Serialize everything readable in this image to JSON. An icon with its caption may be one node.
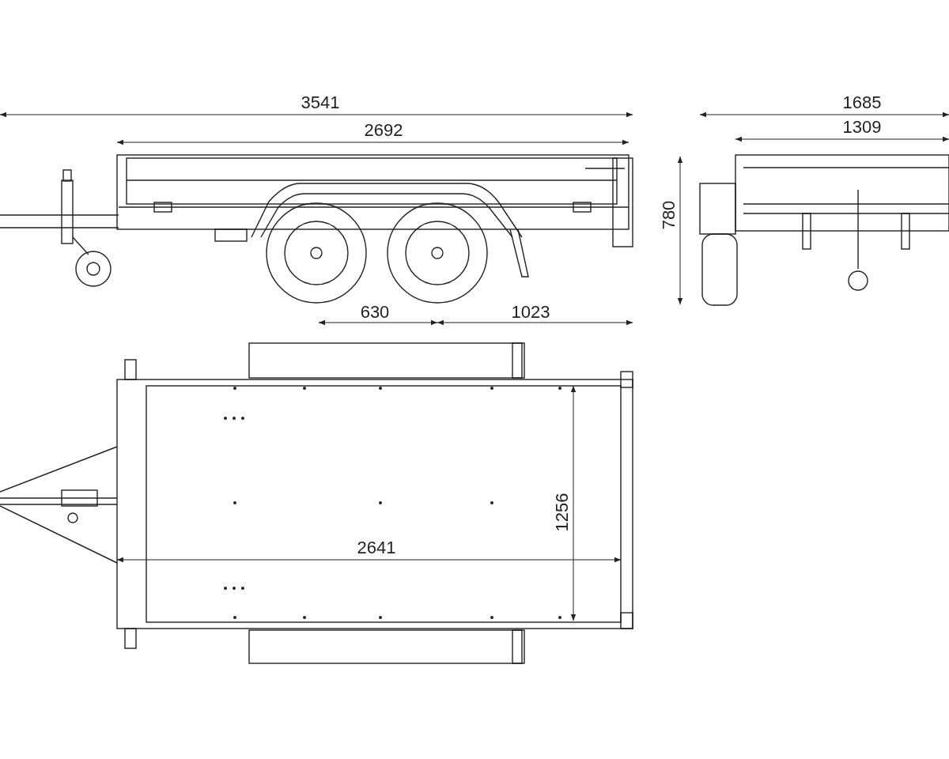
{
  "diagram": {
    "labels": [
      "3541",
      "1685",
      "2692",
      "1309",
      "780",
      "630",
      "1023",
      "1256",
      "2641"
    ]
  }
}
